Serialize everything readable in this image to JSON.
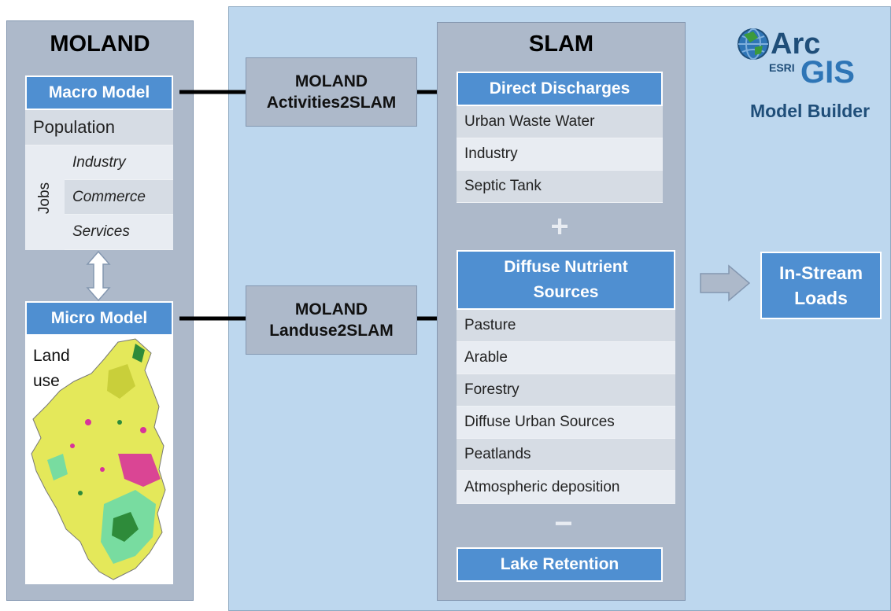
{
  "moland": {
    "title": "MOLAND",
    "macro_model": "Macro Model",
    "population": "Population",
    "jobs_label": "Jobs",
    "jobs": [
      "Industry",
      "Commerce",
      "Services"
    ],
    "micro_model": "Micro Model",
    "land_use": "Land use"
  },
  "connectors": {
    "activities": "MOLAND Activities2SLAM",
    "landuse": "MOLAND Landuse2SLAM"
  },
  "slam": {
    "title": "SLAM",
    "direct_discharges": {
      "heading": "Direct Discharges",
      "items": [
        "Urban Waste Water",
        "Industry",
        "Septic Tank"
      ]
    },
    "plus_symbol": "+",
    "diffuse": {
      "heading": "Diffuse Nutrient Sources",
      "items": [
        "Pasture",
        "Arable",
        "Forestry",
        "Diffuse Urban Sources",
        "Peatlands",
        "Atmospheric deposition"
      ]
    },
    "minus_symbol": "−",
    "lake_retention": "Lake Retention"
  },
  "output": {
    "in_stream": "In-Stream Loads"
  },
  "branding": {
    "esri": "ESRI",
    "arc": "Arc",
    "gis": "GIS",
    "model_builder": "Model Builder"
  },
  "colors": {
    "panel_blue": "#bdd7ee",
    "panel_gray": "#adb9ca",
    "heading_blue": "#4f8fd1",
    "arcgis_blue": "#2e75b6"
  }
}
